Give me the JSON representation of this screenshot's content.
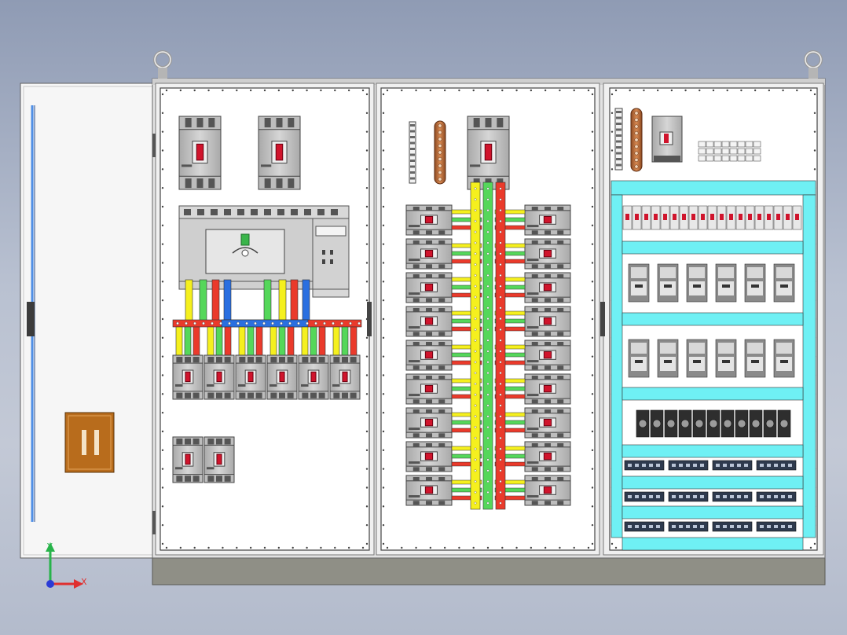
{
  "colors": {
    "background_top": "#8f9bb4",
    "background_bottom": "#c3c9d6",
    "cabinet": "#ffffff",
    "cabinet_frame": "#d4d4d4",
    "plinth": "#8f8f86",
    "busbar_yellow": "#f5f01e",
    "busbar_green": "#55d75a",
    "busbar_red": "#ea3a2b",
    "busbar_blue": "#2a6fe0",
    "busbar_copper": "#c8703a",
    "din_rail_cyan": "#6ff0f4",
    "breaker_body": "#c9c9c9",
    "handle_red": "#d0142c",
    "door_handle_box": "#b86c1c",
    "door_cable": "#4f8fe6"
  },
  "axes": {
    "y_label": "Y",
    "x_label": "X",
    "y_color": "#27b34a",
    "x_color": "#e02f2f",
    "origin_color": "#2b3bd6"
  },
  "components": {
    "left_panel_top_breakers": 2,
    "left_panel_bottom_breakers": 6,
    "left_panel_small_breakers": 2,
    "middle_panel_rows": 9,
    "right_panel_relay_rows": 2,
    "right_panel_relays_per_row": 6,
    "right_panel_terminal_blocks": 11
  }
}
